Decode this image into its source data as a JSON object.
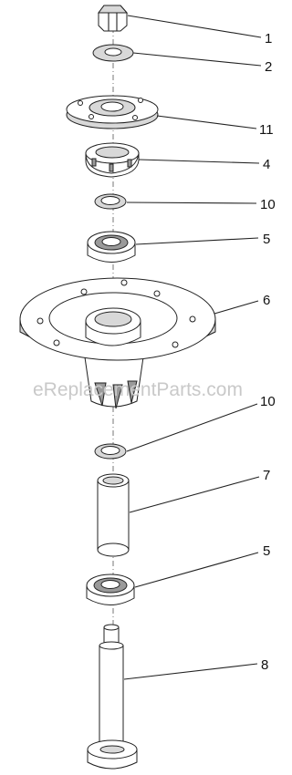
{
  "callouts": [
    {
      "id": "c1",
      "label": "1"
    },
    {
      "id": "c2",
      "label": "2"
    },
    {
      "id": "c11",
      "label": "11"
    },
    {
      "id": "c4",
      "label": "4"
    },
    {
      "id": "c10a",
      "label": "10"
    },
    {
      "id": "c5a",
      "label": "5"
    },
    {
      "id": "c6",
      "label": "6"
    },
    {
      "id": "c10b",
      "label": "10"
    },
    {
      "id": "c7",
      "label": "7"
    },
    {
      "id": "c5b",
      "label": "5"
    },
    {
      "id": "c8",
      "label": "8"
    }
  ],
  "watermark": "eReplacementParts.com"
}
